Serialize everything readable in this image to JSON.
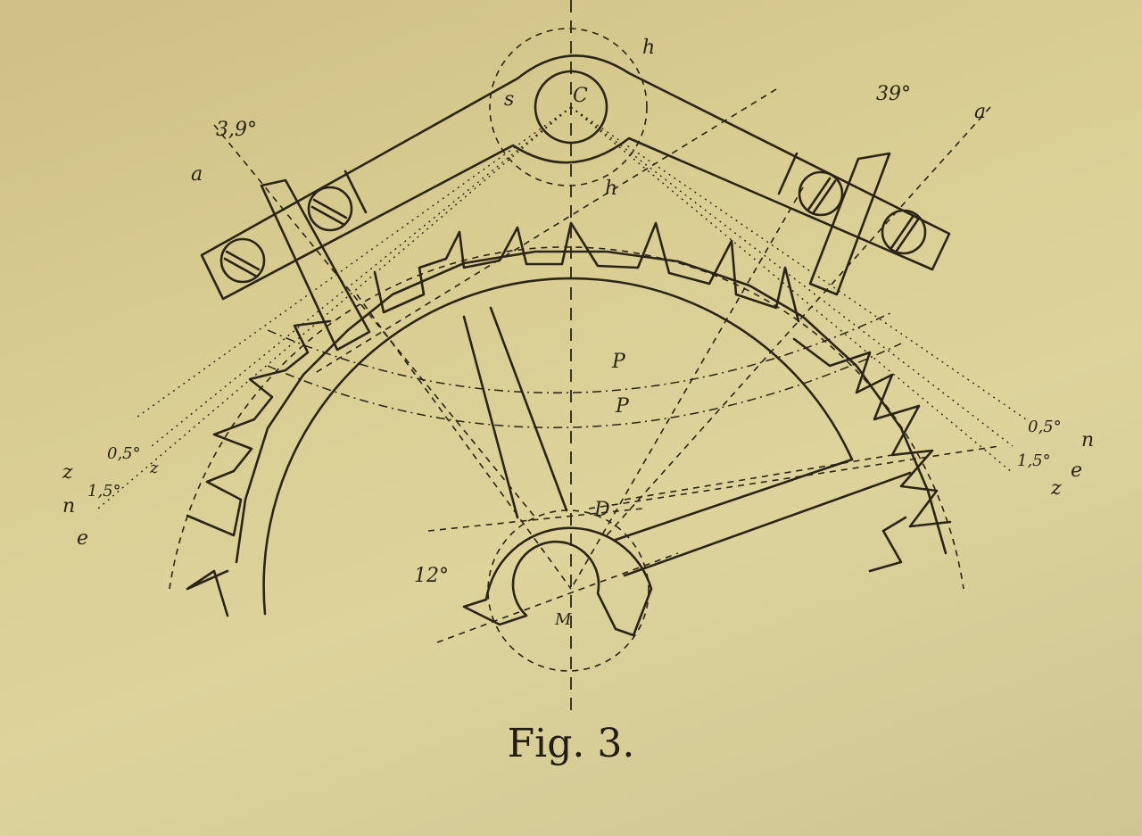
{
  "caption": "Fig. 3.",
  "labels": {
    "C": "C",
    "h_top": "h",
    "h_lower": "h",
    "s": "s",
    "D": "D",
    "M": "M",
    "P_upper": "P",
    "P_lower": "P",
    "a_left": "a",
    "a_right": "a",
    "angle_left": "3,9°",
    "angle_right": "39°",
    "angle_12": "12°",
    "left_z": "z",
    "left_0_5": "0,5°",
    "left_n": "n",
    "left_1_5": "1,5°",
    "left_z2": "z",
    "left_e": "e",
    "right_0_5": "0,5°",
    "right_n": "n",
    "right_1_5": "1,5°",
    "right_e": "e",
    "right_z": "z"
  }
}
